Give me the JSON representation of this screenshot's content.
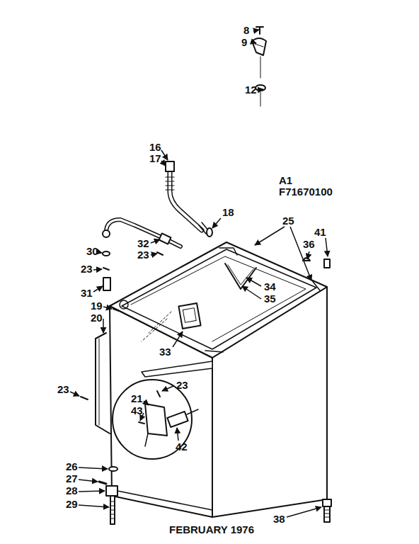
{
  "diagram": {
    "labels": [
      "8",
      "9",
      "12",
      "16",
      "17",
      "A1",
      "F71670100",
      "18",
      "25",
      "41",
      "36",
      "32",
      "23",
      "30",
      "34",
      "35",
      "23",
      "31",
      "19",
      "20",
      "33",
      "23",
      "23",
      "21",
      "43",
      "42",
      "26",
      "27",
      "28",
      "29",
      "38",
      "FEBRUARY 1976"
    ]
  }
}
